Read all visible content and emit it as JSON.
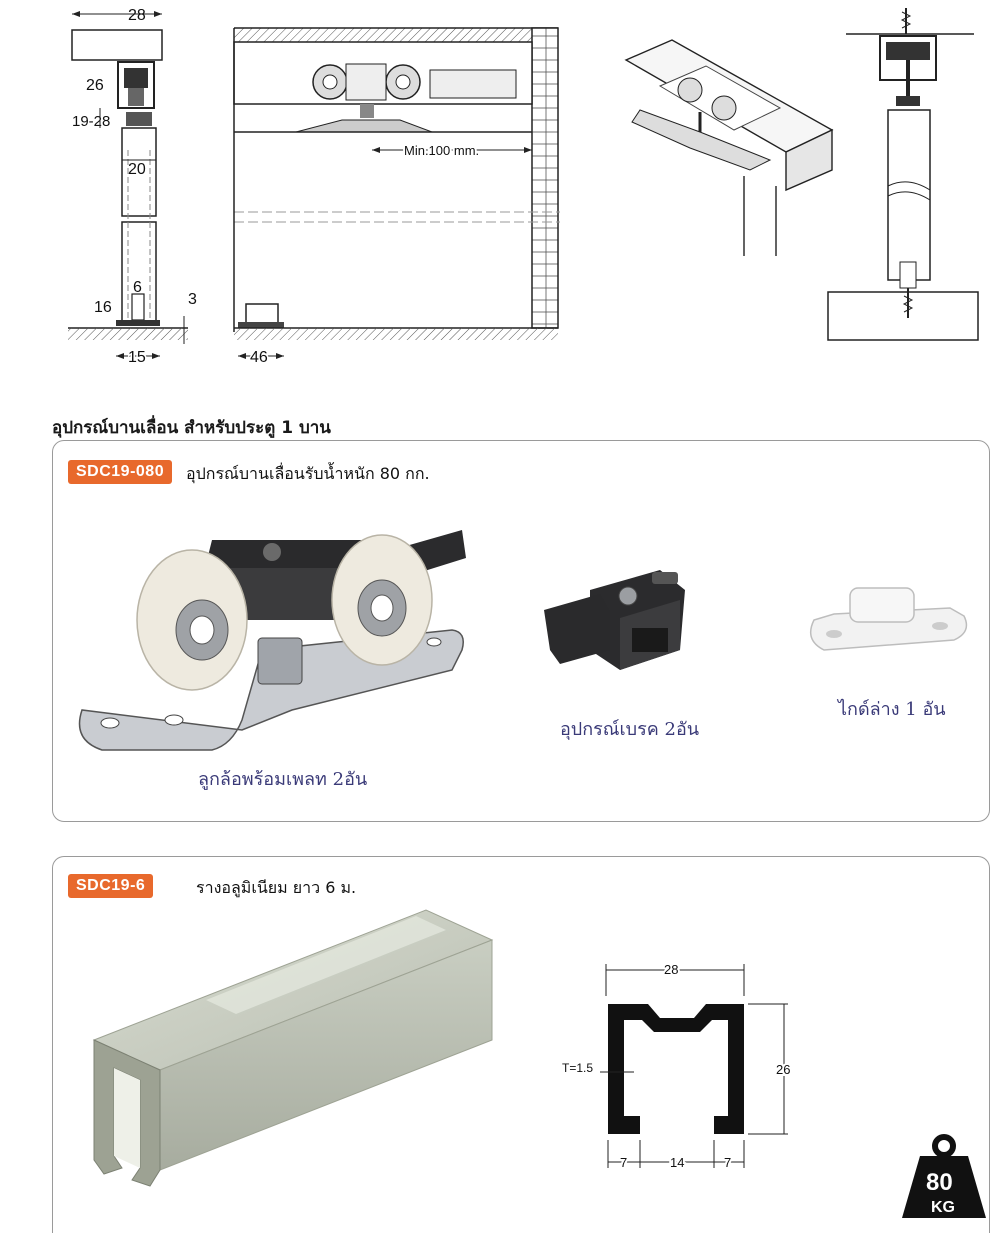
{
  "drawings": {
    "side_view": {
      "dim_width_top": "28",
      "dim_rail_height": "26",
      "dim_gap": "19-28",
      "dim_door_thickness": "20",
      "dim_guide_width": "6",
      "dim_guide_height": "16",
      "dim_floor_gap": "3",
      "dim_base_width": "15"
    },
    "front_view": {
      "dim_min_distance": "Min.100 mm.",
      "dim_guide_offset": "46"
    }
  },
  "section_title": "อุปกรณ์บานเลื่อน สำหรับประตู 1 บาน",
  "product_kit": {
    "code": "SDC19-080",
    "description": "อุปกรณ์บานเลื่อนรับน้ำหนัก 80 กก.",
    "items": [
      {
        "label": "ลูกล้อพร้อมเพลท 2อัน"
      },
      {
        "label": "อุปกรณ์เบรค 2อัน"
      },
      {
        "label": "ไกด์ล่าง 1 อัน"
      }
    ]
  },
  "product_rail": {
    "code": "SDC19-6",
    "description": "รางอลูมิเนียม ยาว 6 ม.",
    "profile": {
      "width": "28",
      "height": "26",
      "thickness": "T=1.5",
      "bottom_left": "7",
      "bottom_gap": "14",
      "bottom_right": "7"
    }
  },
  "weight_badge": {
    "value": "80",
    "unit": "KG"
  },
  "colors": {
    "badge": "#e8692c",
    "caption": "#3a3a78",
    "panel_border": "#9a9a9a"
  }
}
